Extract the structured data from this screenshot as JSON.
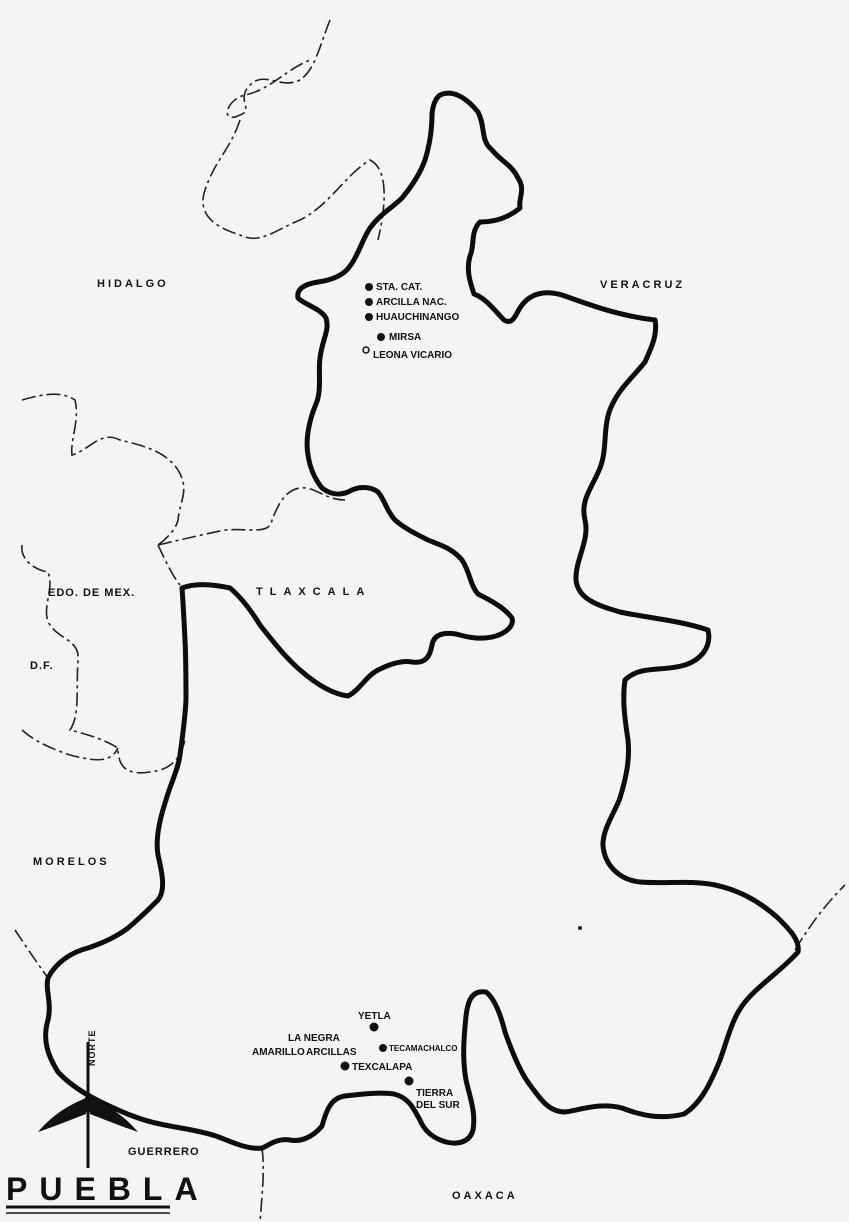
{
  "map": {
    "title": "PUEBLA",
    "compass_label": "NORTE",
    "ink_color": "#111111",
    "paper_color": "#f4f4f2",
    "regions": [
      {
        "id": "hidalgo",
        "label": "HIDALGO"
      },
      {
        "id": "veracruz",
        "label": "VERACRUZ"
      },
      {
        "id": "tlaxcala",
        "label": "TLAXCALA"
      },
      {
        "id": "edomex",
        "label": "EDO. DE MEX."
      },
      {
        "id": "df",
        "label": "D.F."
      },
      {
        "id": "morelos",
        "label": "MORELOS"
      },
      {
        "id": "guerrero",
        "label": "GUERRERO"
      },
      {
        "id": "oaxaca",
        "label": "OAXACA"
      }
    ],
    "locations": [
      {
        "id": "sta-cat",
        "label": "STA. CAT."
      },
      {
        "id": "arcilla-nac",
        "label": "ARCILLA NAC."
      },
      {
        "id": "huauchinango",
        "label": "HUAUCHINANGO"
      },
      {
        "id": "mirsa",
        "label": "MIRSA"
      },
      {
        "id": "leona-vicario",
        "label": "LEONA VICARIO"
      },
      {
        "id": "yetla",
        "label": "YETLA"
      },
      {
        "id": "la-negra",
        "label": "LA NEGRA"
      },
      {
        "id": "amarillo",
        "label": "AMARILLO"
      },
      {
        "id": "arcillas",
        "label": "ARCILLAS"
      },
      {
        "id": "tecamachalco",
        "label": "TECAMACHALCO"
      },
      {
        "id": "texcalapa",
        "label": "TEXCALAPA"
      },
      {
        "id": "tierra",
        "label": "TIERRA"
      },
      {
        "id": "del-sur",
        "label": "DEL SUR"
      }
    ]
  }
}
